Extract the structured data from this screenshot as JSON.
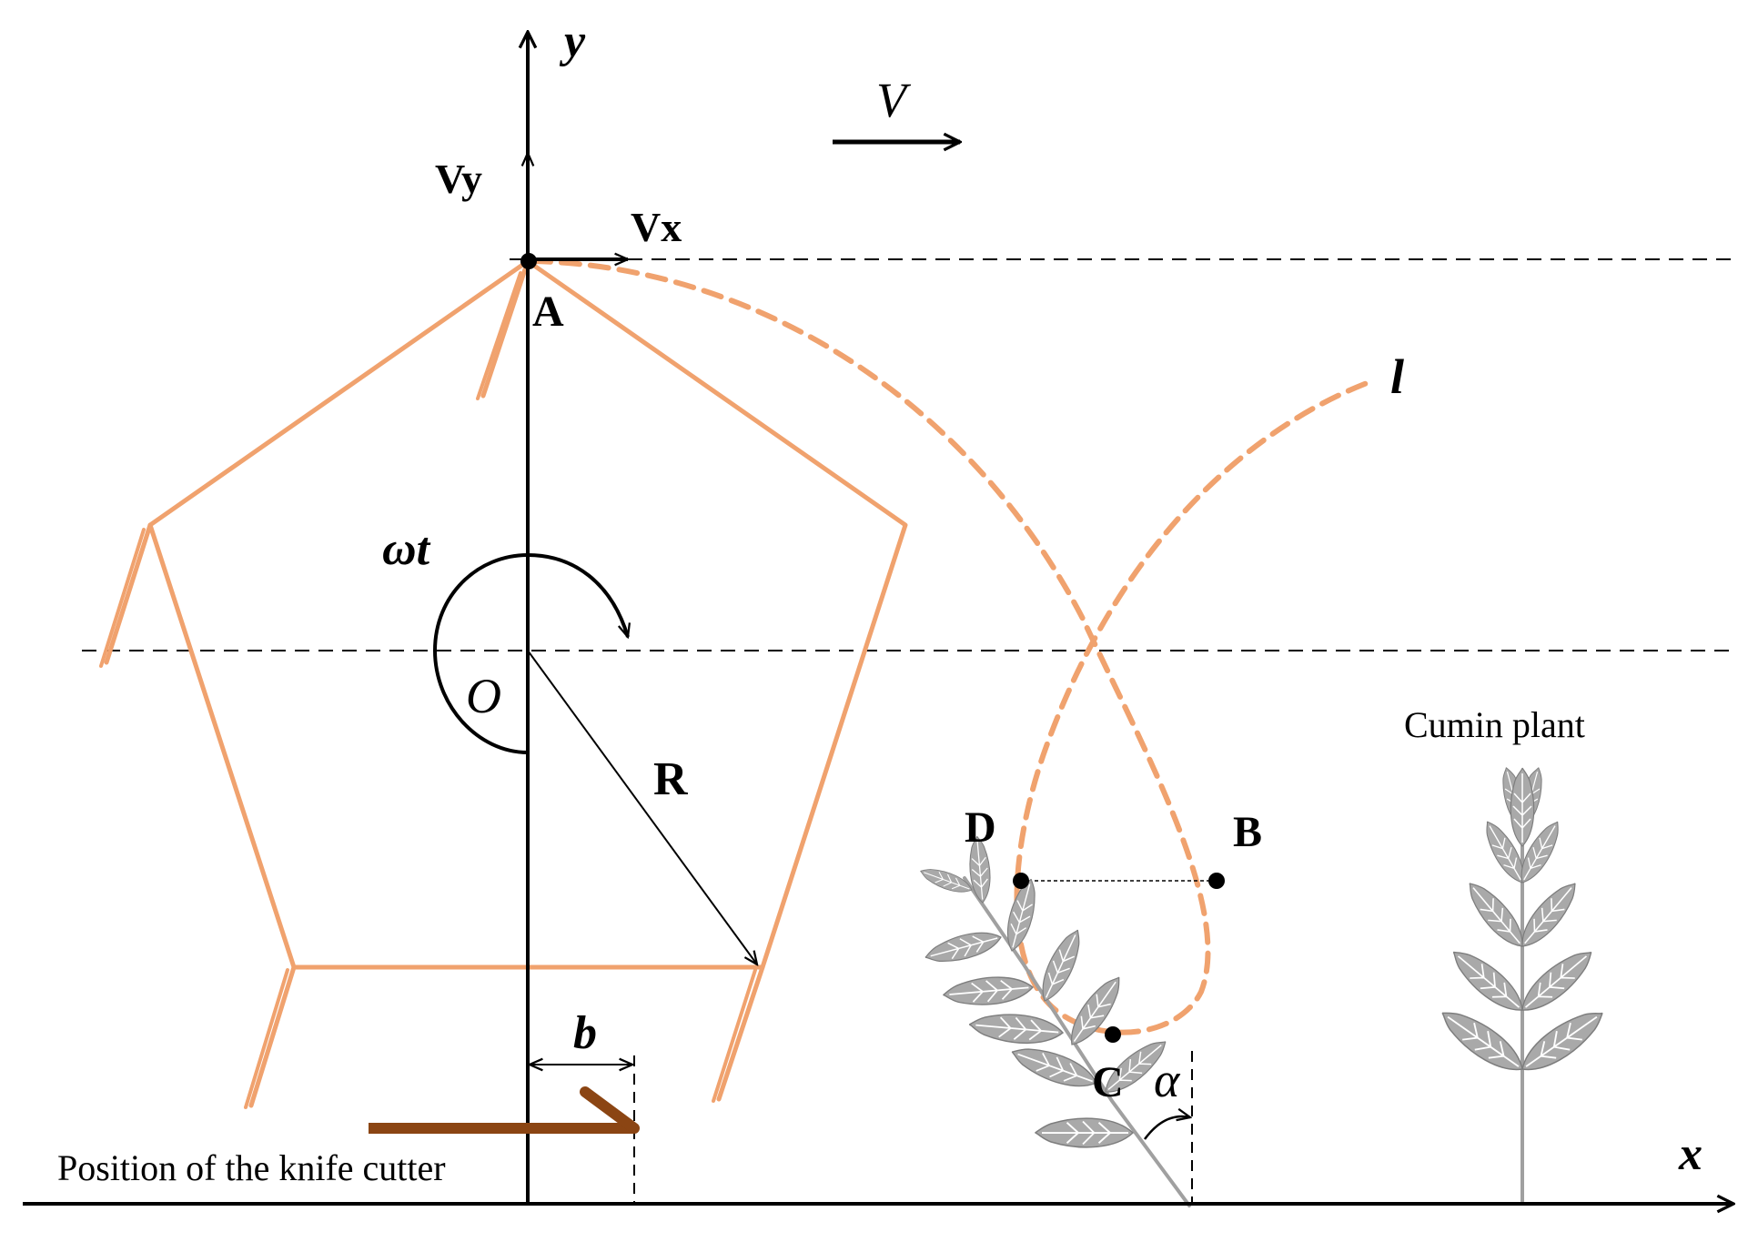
{
  "labels": {
    "y_axis": "y",
    "x_axis": "x",
    "velocity": "V",
    "vy": "Vy",
    "vx": "Vx",
    "point_a": "A",
    "point_b": "B",
    "point_c": "C",
    "point_d": "D",
    "center_o": "O",
    "radius": "R",
    "angle_omega_t": "ωt",
    "angle_alpha": "α",
    "distance_b": "b",
    "trajectory": "l",
    "cumin_plant": "Cumin plant",
    "knife_cutter": "Position of the knife cutter"
  },
  "colors": {
    "frame": "#f0a26e",
    "trajectory": "#f0a26e",
    "knife": "#8b4513",
    "plant": "#a9a9a9",
    "axes": "#000000"
  }
}
